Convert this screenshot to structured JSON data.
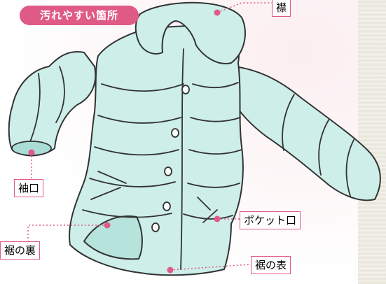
{
  "title_badge": "汚れやすい箇所",
  "labels": {
    "eri": "襟",
    "sodeguchi": "袖口",
    "pocket": "ポケット口",
    "suso_ura": "裾の裏",
    "suso_omote": "裾の表"
  },
  "colors": {
    "accent_pink": "#e05a86",
    "coat_fill": "#cdeee9",
    "coat_shadow": "#a9ddd6",
    "outline": "#333333"
  }
}
